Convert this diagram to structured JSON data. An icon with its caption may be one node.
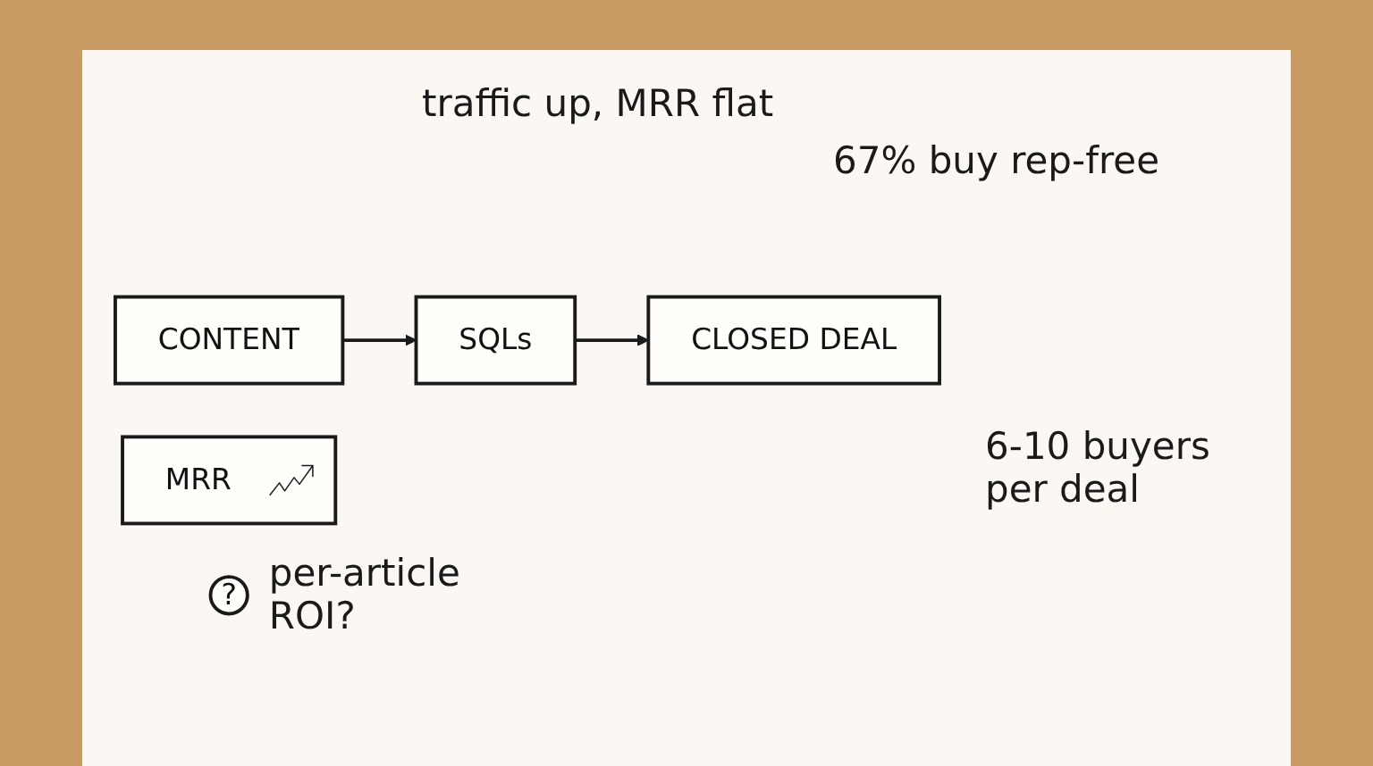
{
  "diagram": {
    "nodes": [
      {
        "text": [
          "CONTENT"
        ]
      },
      {
        "text": [
          "SQLs"
        ]
      },
      {
        "text": [
          "CLOSED DEAL"
        ]
      },
      {
        "text": [
          "MRR"
        ]
      },
      {
        "text": [
          "?"
        ],
        "beside": [
          "per-article ROI?"
        ]
      }
    ],
    "edges": [
      {
        "from": 0,
        "to": 1,
        "arrow": "to"
      },
      {
        "from": 1,
        "to": 2,
        "arrow": "to"
      }
    ],
    "labels": [
      "traffic up, MRR flat",
      "67% buy rep-free",
      "6-10 buyers per deal"
    ]
  }
}
